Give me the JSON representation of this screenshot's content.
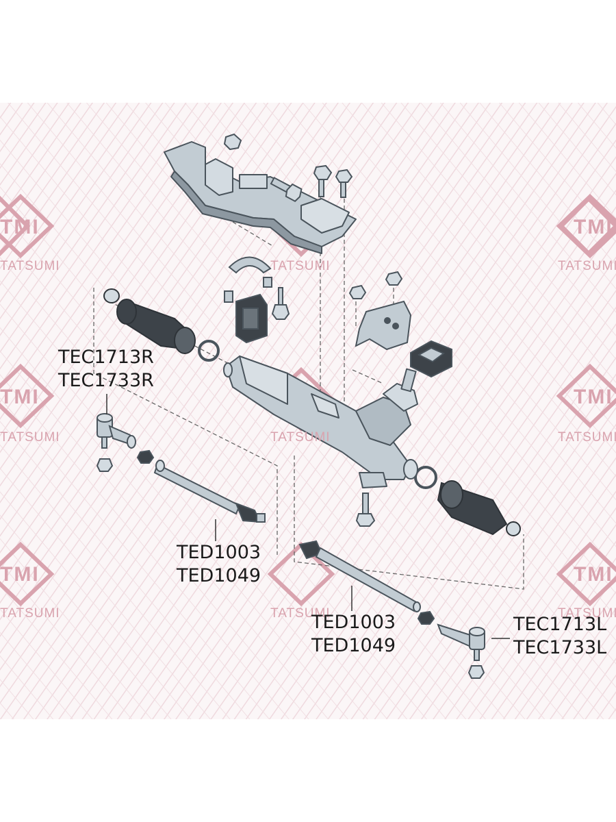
{
  "watermark": {
    "brand": "TMI",
    "name": "TATSUMI",
    "color": "#d9a3ae"
  },
  "labels": {
    "right_tie_rod_end": [
      "TEC1713R",
      "TEC1733R"
    ],
    "left_inner_tie_rod": [
      "TED1003",
      "TED1049"
    ],
    "right_inner_tie_rod": [
      "TED1003",
      "TED1049"
    ],
    "left_tie_rod_end": [
      "TEC1713L",
      "TEC1733L"
    ]
  },
  "colors": {
    "part_fill": "#b9c3cb",
    "part_dark": "#4a545c",
    "boot_fill": "#3d4349",
    "leader": "#555555"
  }
}
